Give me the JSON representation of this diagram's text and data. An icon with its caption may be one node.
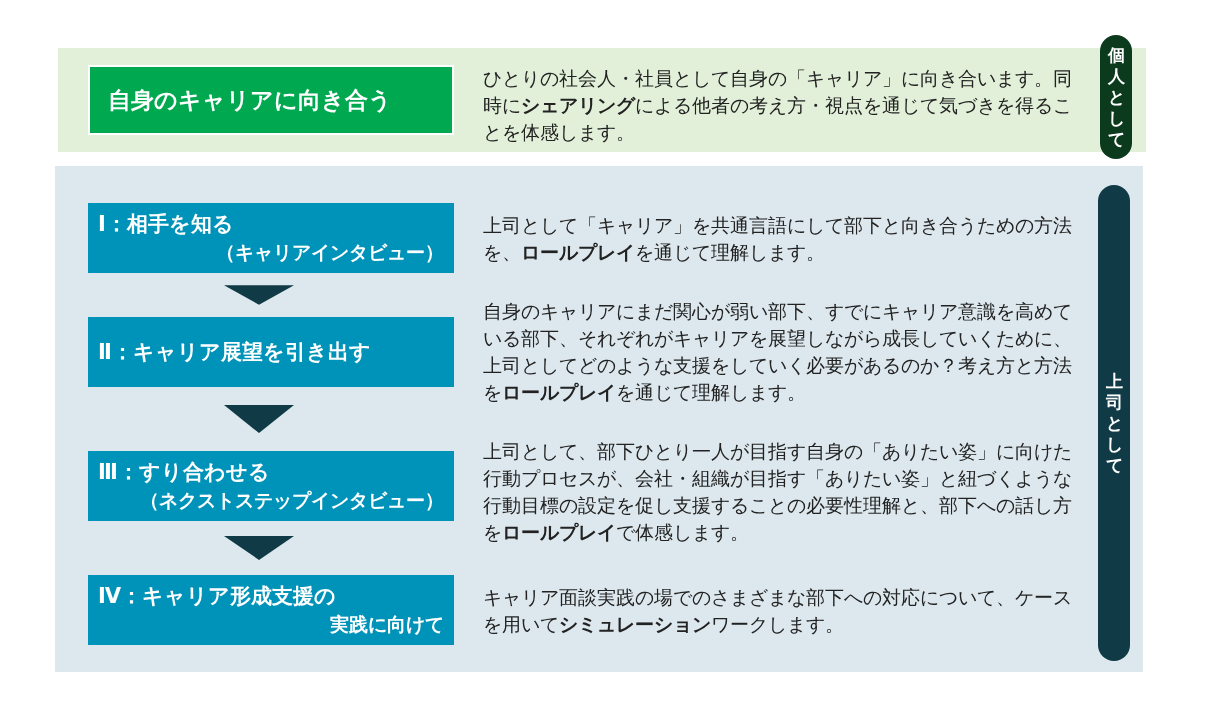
{
  "diagram": {
    "nodes": [
      {
        "text": [
          "自身のキャリアに向き合う"
        ],
        "beside": [
          "ひとりの社会人・社員として自身の「キャリア」に向き合います。同時に**シェアリング**による他者の考え方・視点を通じて気づきを得ることを体感します。"
        ]
      },
      {
        "text": [
          "個人として"
        ]
      },
      {
        "text": [
          "Ⅰ：相手を知る",
          "（キャリアインタビュー）"
        ],
        "beside": [
          "上司として「キャリア」を共通言語にして部下と向き合うための方法を、**ロールプレイ**を通じて理解します。"
        ]
      },
      {
        "text": [
          "Ⅱ：キャリア展望を引き出す"
        ],
        "beside": [
          "自身のキャリアにまだ関心が弱い部下、すでにキャリア意識を高めている部下、それぞれがキャリアを展望しながら成長していくために、上司としてどのような支援をしていく必要があるのか？考え方と方法を**ロールプレイ**を通じて理解します。"
        ]
      },
      {
        "text": [
          "Ⅲ：すり合わせる",
          "（ネクストステップインタビュー）"
        ],
        "beside": [
          "上司として、部下ひとり一人が目指す自身の「ありたい姿」に向けた行動プロセスが、会社・組織が目指す「ありたい姿」と紐づくような行動目標の設定を促し支援することの必要性理解と、部下への話し方を**ロールプレイ**で体感します。"
        ]
      },
      {
        "text": [
          "Ⅳ：キャリア形成支援の",
          "実践に向けて"
        ],
        "beside": [
          "キャリア面談実践の場でのさまざまな部下への対応について、ケースを用いて**シミュレーション**ワークします。"
        ]
      },
      {
        "text": [
          "上司として"
        ]
      }
    ],
    "edges": [
      {
        "from": 2,
        "to": 3,
        "arrow": "to"
      },
      {
        "from": 3,
        "to": 4,
        "arrow": "to"
      },
      {
        "from": 4,
        "to": 5,
        "arrow": "to"
      }
    ]
  }
}
